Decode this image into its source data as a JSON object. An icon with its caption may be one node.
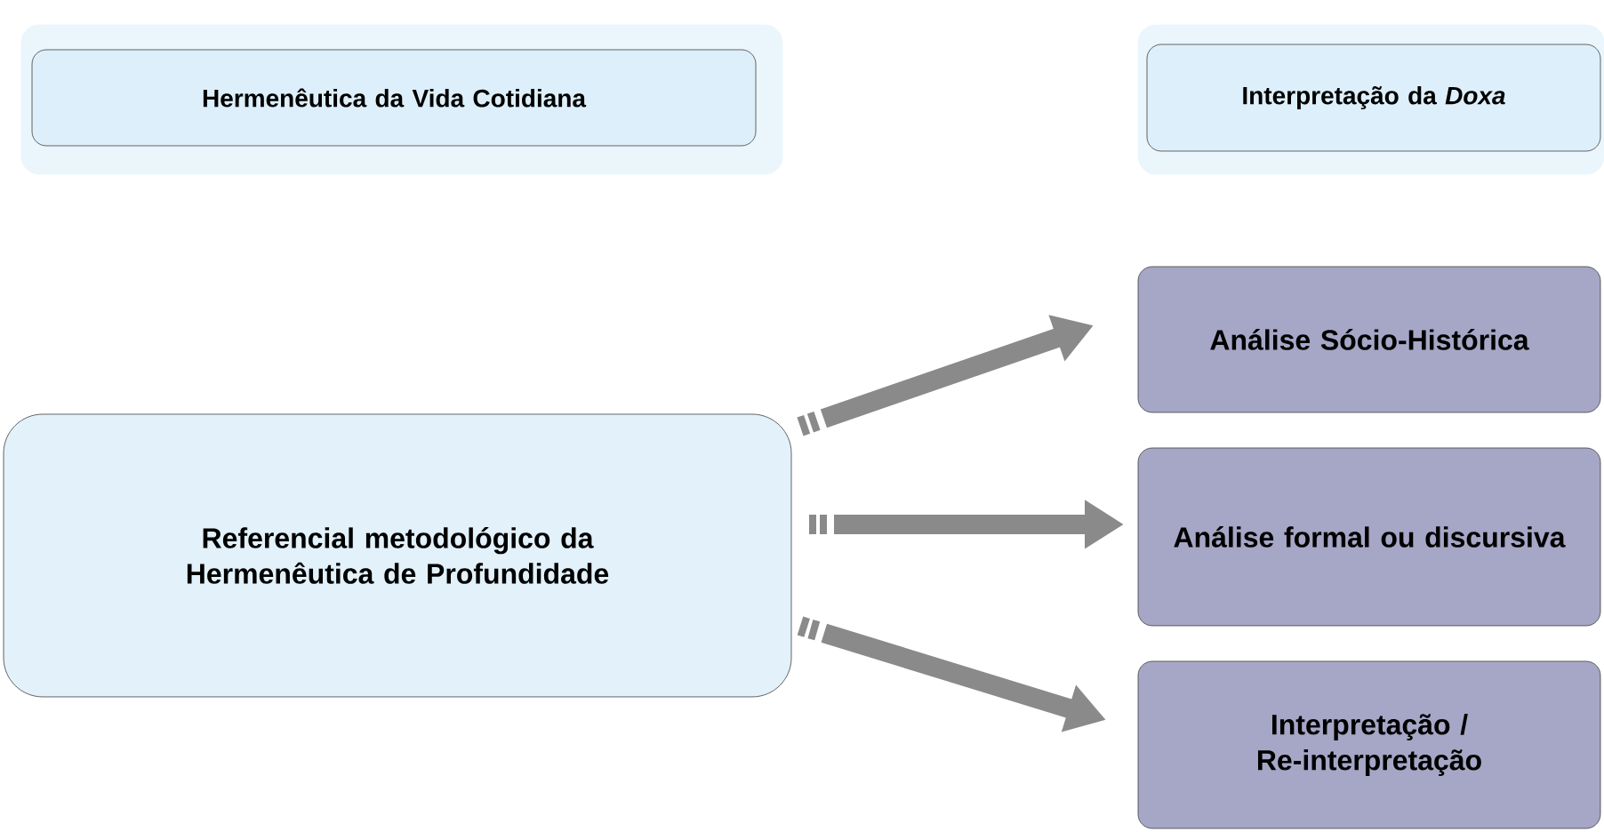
{
  "diagram": {
    "nodes": [
      {
        "text": [
          "Hermenêutica da Vida Cotidiana"
        ]
      },
      {
        "text": [
          "Interpretação da *Doxa*"
        ]
      },
      {
        "text": [
          "Referencial metodológico da Hermenêutica de Profundidade"
        ]
      },
      {
        "text": [
          "Análise Sócio-Histórica"
        ]
      },
      {
        "text": [
          "Análise formal ou discursiva"
        ]
      },
      {
        "text": [
          "Interpretação / Re-interpretação"
        ]
      }
    ],
    "edges": [
      {
        "from": 2,
        "to": 3,
        "arrow": "to"
      },
      {
        "from": 2,
        "to": 4,
        "arrow": "to"
      },
      {
        "from": 2,
        "to": 5,
        "arrow": "to"
      }
    ]
  }
}
